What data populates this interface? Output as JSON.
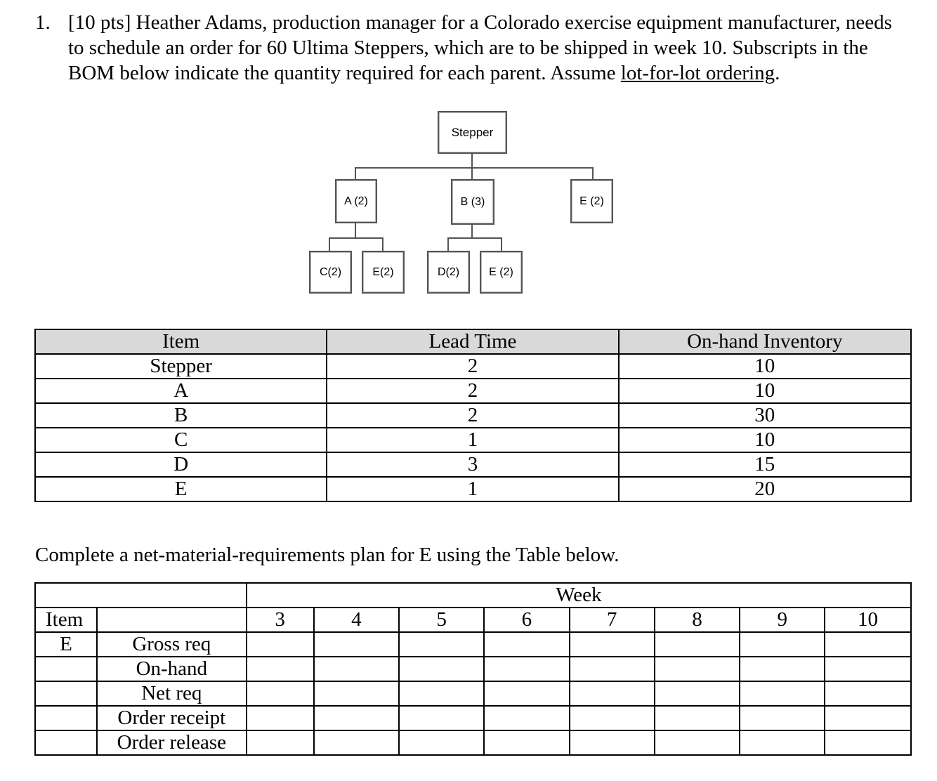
{
  "problem": {
    "number": "1.",
    "line1": "[10 pts] Heather Adams, production manager for a Colorado exercise equipment manufacturer, needs",
    "line2": "to schedule an order for 60 Ultima Steppers, which are to be shipped in week 10. Subscripts in the",
    "line3_prefix": "BOM below indicate the quantity required for each parent. Assume ",
    "line3_underlined": "lot-for-lot ordering",
    "line3_suffix": "."
  },
  "bom": {
    "root": "Stepper",
    "a": "A (2)",
    "b": "B (3)",
    "e_top": "E (2)",
    "c": "C(2)",
    "e_a": "E(2)",
    "d": "D(2)",
    "e_b": "E (2)"
  },
  "item_table": {
    "headers": [
      "Item",
      "Lead Time",
      "On-hand Inventory"
    ],
    "rows": [
      [
        "Stepper",
        "2",
        "10"
      ],
      [
        "A",
        "2",
        "10"
      ],
      [
        "B",
        "2",
        "30"
      ],
      [
        "C",
        "1",
        "10"
      ],
      [
        "D",
        "3",
        "15"
      ],
      [
        "E",
        "1",
        "20"
      ]
    ]
  },
  "instruction": "Complete a net-material-requirements plan for E using the Table below.",
  "mrp_table": {
    "week_label": "Week",
    "item_label": "Item",
    "item": "E",
    "weeks": [
      "3",
      "4",
      "5",
      "6",
      "7",
      "8",
      "9",
      "10"
    ],
    "rows": [
      "Gross req",
      "On-hand",
      "Net req",
      "Order receipt",
      "Order release"
    ]
  }
}
